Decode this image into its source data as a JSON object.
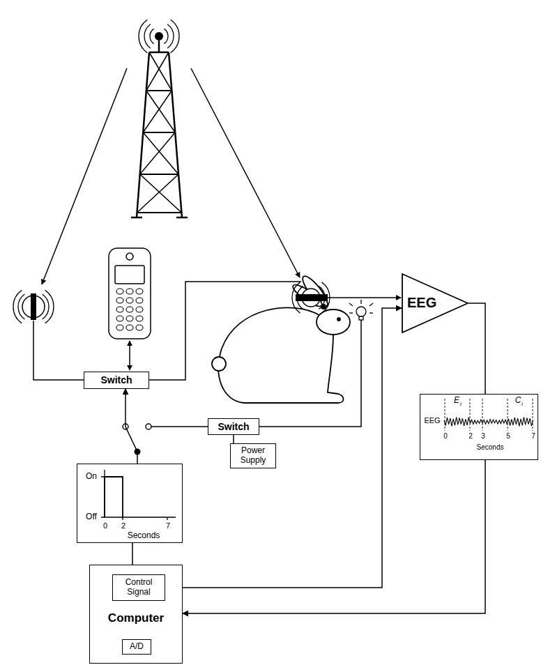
{
  "diagram": {
    "nodes": [
      {
        "text": [
          "EEG"
        ]
      },
      {
        "text": [
          "Switch"
        ]
      },
      {
        "text": [
          "EEG",
          "E",
          "i",
          "C",
          "i",
          "0",
          "2",
          "3",
          "5",
          "7",
          "Seconds"
        ]
      },
      {
        "text": [
          "Switch"
        ]
      },
      {
        "text": [
          "Power Supply"
        ]
      },
      {
        "text": [
          "On",
          "Off",
          "0",
          "2",
          "7",
          "Seconds"
        ]
      },
      {
        "text": [
          "Computer"
        ]
      },
      {
        "text": [
          "Control Signal"
        ],
        "in": 6
      },
      {
        "text": [
          "A/D"
        ],
        "in": 6
      }
    ],
    "edges": [
      {
        "from": 5,
        "to": 1,
        "arrow": "to"
      },
      {
        "from": 3,
        "to": 4,
        "arrow": "none"
      },
      {
        "from": 7,
        "to": 5,
        "arrow": "none"
      },
      {
        "from": 7,
        "to": 0,
        "arrow": "to"
      },
      {
        "from": 0,
        "to": 2,
        "arrow": "none"
      },
      {
        "from": 2,
        "to": 6,
        "arrow": "to"
      }
    ]
  }
}
